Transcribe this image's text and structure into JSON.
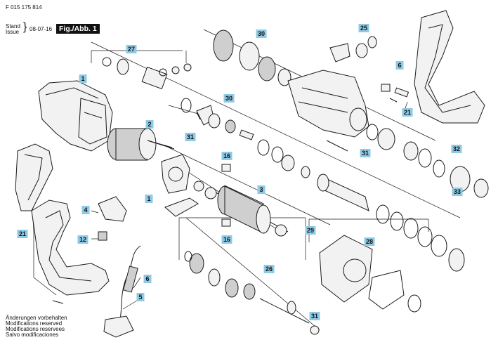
{
  "header": {
    "doc_number": "F 015 175 814",
    "stand_label": "Stand",
    "issue_label": "Issue",
    "date": "08-07-16",
    "figure": "Fig./Abb. 1"
  },
  "footer": [
    "Änderungen vorbehalten",
    "Modifications reserved",
    "Modifications reservees",
    "Salvo modificaciones"
  ],
  "labels": [
    "1",
    "2",
    "3",
    "4",
    "5",
    "6",
    "12",
    "16",
    "16",
    "21",
    "21",
    "25",
    "26",
    "27",
    "28",
    "29",
    "30",
    "30",
    "31",
    "31",
    "31",
    "32",
    "33",
    "6",
    "1"
  ],
  "colors": {
    "label_fill": "#8ecae6",
    "line": "#1a1a1a"
  }
}
